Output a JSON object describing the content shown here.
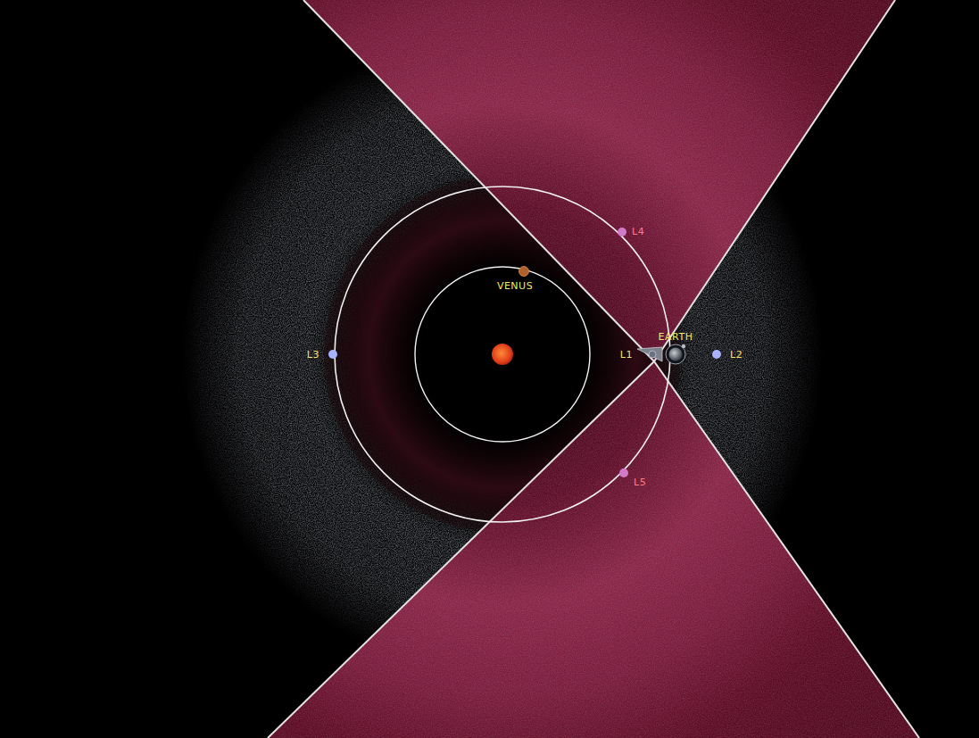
{
  "diagram": {
    "labels": [
      "L4",
      "VENUS",
      "L3",
      "L1",
      "EARTH",
      "L2",
      "L5"
    ]
  }
}
